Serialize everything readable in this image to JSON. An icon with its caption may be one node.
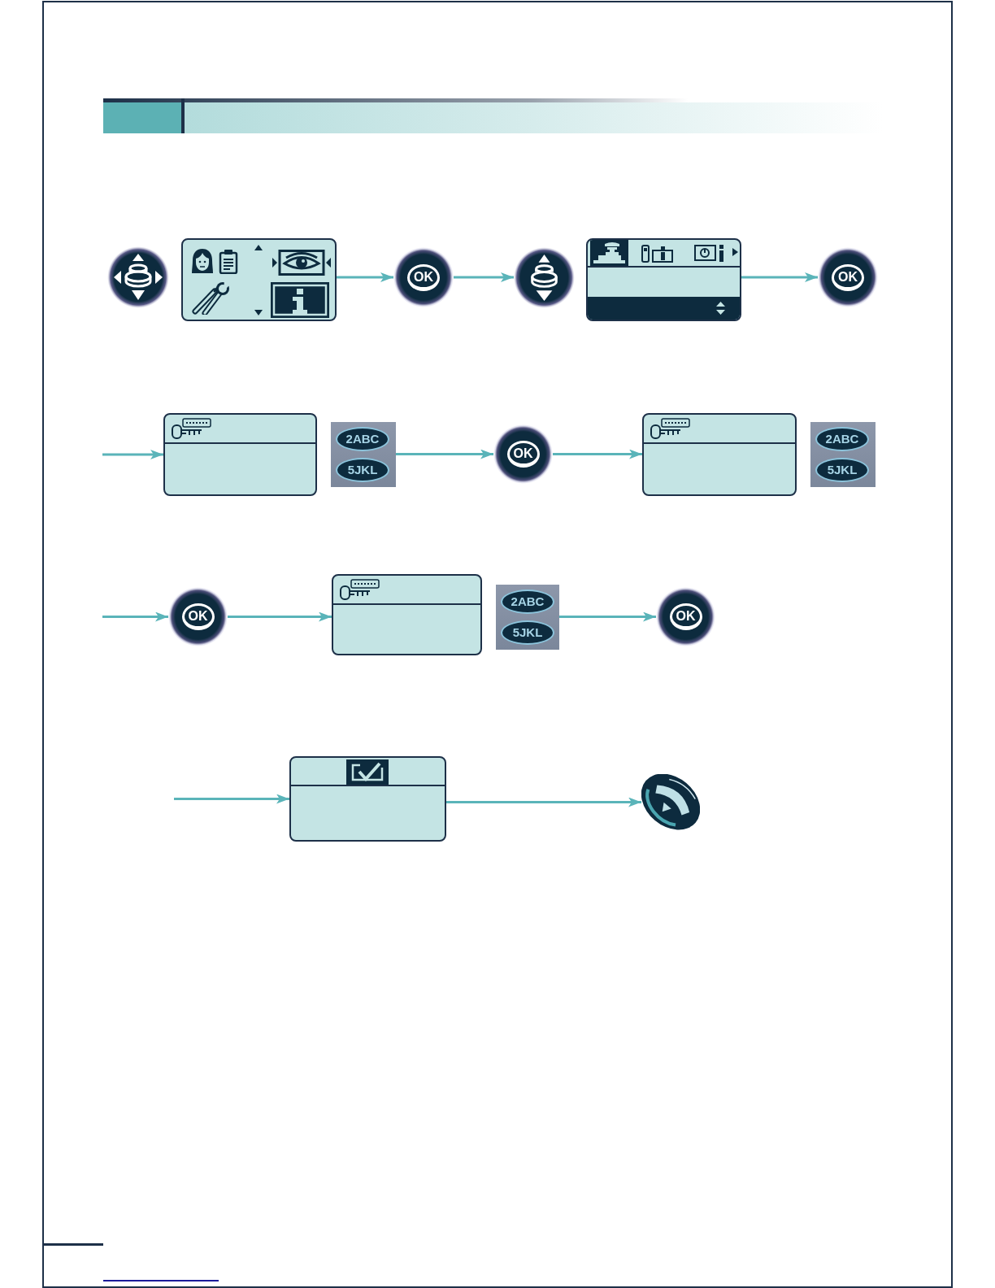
{
  "diagram": {
    "nodes": [
      {
        "text": [],
        "shape": "picture"
      },
      {
        "text": [],
        "shape": "box"
      },
      {
        "text": [
          "OK"
        ]
      },
      {
        "text": [],
        "shape": "picture"
      },
      {
        "text": [],
        "shape": "box"
      },
      {
        "text": [
          "OK"
        ]
      },
      {
        "text": [],
        "shape": "box"
      },
      {
        "text": [
          "2ABC",
          "5JKL"
        ]
      },
      {
        "text": [
          "OK"
        ]
      },
      {
        "text": [],
        "shape": "box"
      },
      {
        "text": [
          "2ABC",
          "5JKL"
        ]
      },
      {
        "text": [
          "OK"
        ]
      },
      {
        "text": [],
        "shape": "box"
      },
      {
        "text": [
          "2ABC",
          "5JKL"
        ]
      },
      {
        "text": [
          "OK"
        ]
      },
      {
        "text": [],
        "shape": "box"
      },
      {
        "text": [],
        "shape": "picture"
      }
    ],
    "edges": [
      {
        "from": 1,
        "to": 2,
        "arrow": "to"
      },
      {
        "from": 2,
        "to": 3,
        "arrow": "to"
      },
      {
        "from": 4,
        "to": 5,
        "arrow": "to"
      },
      {
        "from": null,
        "to": 6,
        "arrow": "to"
      },
      {
        "from": 7,
        "to": 8,
        "arrow": "to"
      },
      {
        "from": 8,
        "to": 9,
        "arrow": "to"
      },
      {
        "from": null,
        "to": 11,
        "arrow": "to"
      },
      {
        "from": 11,
        "to": 12,
        "arrow": "to"
      },
      {
        "from": 13,
        "to": 14,
        "arrow": "to"
      },
      {
        "from": null,
        "to": 15,
        "arrow": "to"
      },
      {
        "from": 15,
        "to": 16,
        "arrow": "to"
      }
    ]
  }
}
